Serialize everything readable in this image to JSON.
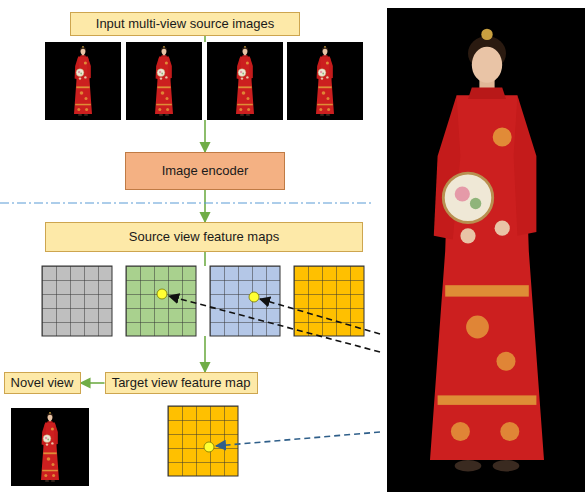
{
  "diagram": {
    "nodes": [
      {
        "text": [
          "Input multi-view source images"
        ]
      },
      {
        "text": [
          "Image encoder"
        ]
      },
      {
        "text": [
          "Source view feature maps"
        ]
      },
      {
        "text": [
          "Novel view"
        ]
      },
      {
        "text": [
          "Target view feature map"
        ]
      }
    ],
    "edges": [
      {
        "from": 0,
        "to": 1,
        "arrow": "to"
      },
      {
        "from": 1,
        "to": 2,
        "arrow": "to"
      },
      {
        "from": 2,
        "to": 4,
        "arrow": "to"
      },
      {
        "from": 4,
        "to": 3,
        "arrow": "to"
      }
    ]
  }
}
